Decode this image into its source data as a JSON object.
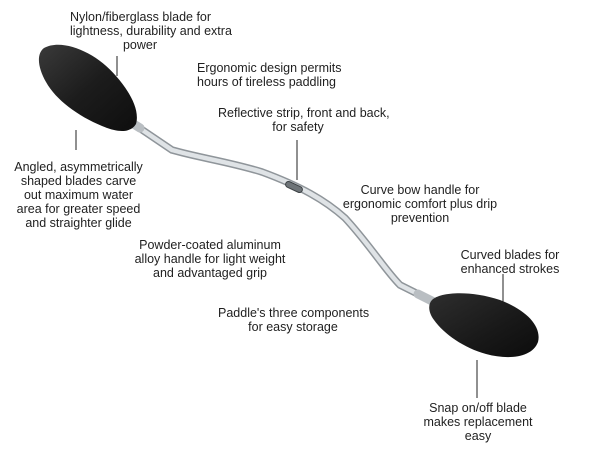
{
  "callouts": {
    "blade_material": [
      "Nylon/fiberglass blade for",
      "lightness, durability and extra",
      "power"
    ],
    "ergonomic_design": [
      "Ergonomic design permits",
      "hours of tireless paddling"
    ],
    "reflective_strip": [
      "Reflective strip, front and back,",
      "for safety"
    ],
    "angled_blades": [
      "Angled, asymmetrically",
      "shaped blades carve",
      "out maximum water",
      "area for greater speed",
      "and straighter glide"
    ],
    "curve_bow_handle": [
      "Curve bow handle for",
      "ergonomic comfort plus drip",
      "prevention"
    ],
    "powder_coated": [
      "Powder-coated aluminum",
      "alloy handle for light weight",
      "and advantaged grip"
    ],
    "curved_blades": [
      "Curved blades for",
      "enhanced strokes"
    ],
    "three_components": [
      "Paddle's three components",
      "for easy storage"
    ],
    "snap_blade": [
      "Snap on/off blade",
      "makes replacement",
      "easy"
    ]
  },
  "colors": {
    "blade": "#1b1b1b",
    "shaft": "#d6dadd",
    "shaft_edge": "#9aa0a5",
    "leader": "#222222"
  }
}
